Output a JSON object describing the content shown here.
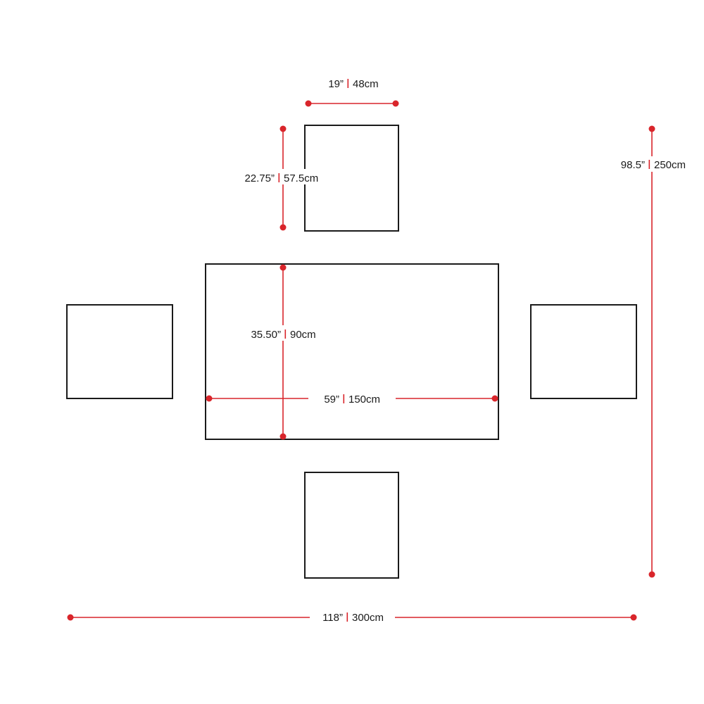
{
  "colors": {
    "outline": "#1a1a1a",
    "dimension": "#d9252b",
    "background": "#ffffff"
  },
  "pieces": {
    "table": "table",
    "chair_top": "chair",
    "chair_bottom": "chair",
    "chair_left": "chair",
    "chair_right": "chair"
  },
  "dimensions": {
    "chair_width": {
      "imperial": "19”",
      "metric": "48cm"
    },
    "chair_depth": {
      "imperial": "22.75”",
      "metric": "57.5cm"
    },
    "table_depth": {
      "imperial": "35.50”",
      "metric": "90cm"
    },
    "table_width": {
      "imperial": "59”",
      "metric": "150cm"
    },
    "overall_depth": {
      "imperial": "98.5”",
      "metric": "250cm"
    },
    "overall_width": {
      "imperial": "118”",
      "metric": "300cm"
    }
  }
}
